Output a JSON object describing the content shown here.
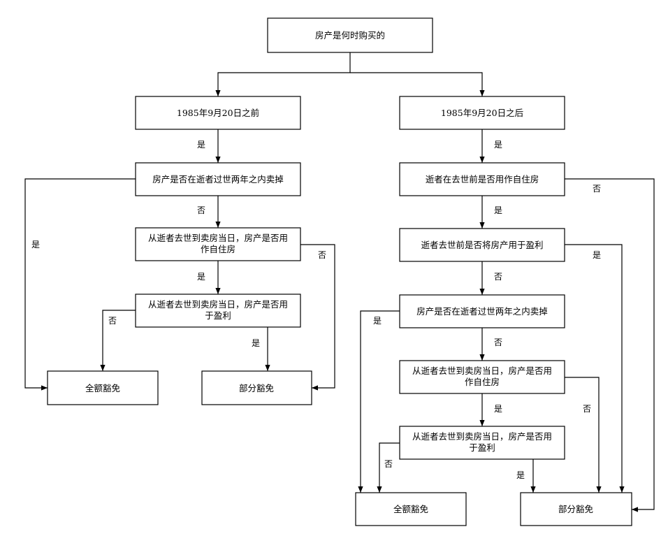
{
  "nodes": {
    "root": {
      "lines": [
        "房产是何时购买的"
      ]
    },
    "before": {
      "lines": [
        "1985年9月20日之前"
      ]
    },
    "after": {
      "lines": [
        "1985年9月20日之后"
      ]
    },
    "l_sold2y": {
      "lines": [
        "房产是否在逝者过世两年之内卖掉"
      ]
    },
    "l_home": {
      "lines": [
        "从逝者去世到卖房当日，房产是否用",
        "作自住房"
      ]
    },
    "l_profit": {
      "lines": [
        "从逝者去世到卖房当日，房产是否用",
        "于盈利"
      ]
    },
    "l_full": {
      "lines": [
        "全额豁免"
      ]
    },
    "l_partial": {
      "lines": [
        "部分豁免"
      ]
    },
    "r_home_before": {
      "lines": [
        "逝者在去世前是否用作自住房"
      ]
    },
    "r_profit_before": {
      "lines": [
        "逝者去世前是否将房产用于盈利"
      ]
    },
    "r_sold2y": {
      "lines": [
        "房产是否在逝者过世两年之内卖掉"
      ]
    },
    "r_home": {
      "lines": [
        "从逝者去世到卖房当日，房产是否用",
        "作自住房"
      ]
    },
    "r_profit": {
      "lines": [
        "从逝者去世到卖房当日，房产是否用",
        "于盈利"
      ]
    },
    "r_full": {
      "lines": [
        "全额豁免"
      ]
    },
    "r_partial": {
      "lines": [
        "部分豁免"
      ]
    }
  },
  "edge_labels": {
    "l1": "是",
    "l2": "否",
    "l3": "是",
    "l4": "是",
    "l5": "否",
    "l6": "否",
    "l7": "是",
    "r1": "是",
    "r2": "否",
    "r3": "是",
    "r4": "是",
    "r5": "否",
    "r6": "是",
    "r7": "否",
    "r8": "是",
    "r9": "否",
    "r10": "否",
    "r11": "是"
  }
}
